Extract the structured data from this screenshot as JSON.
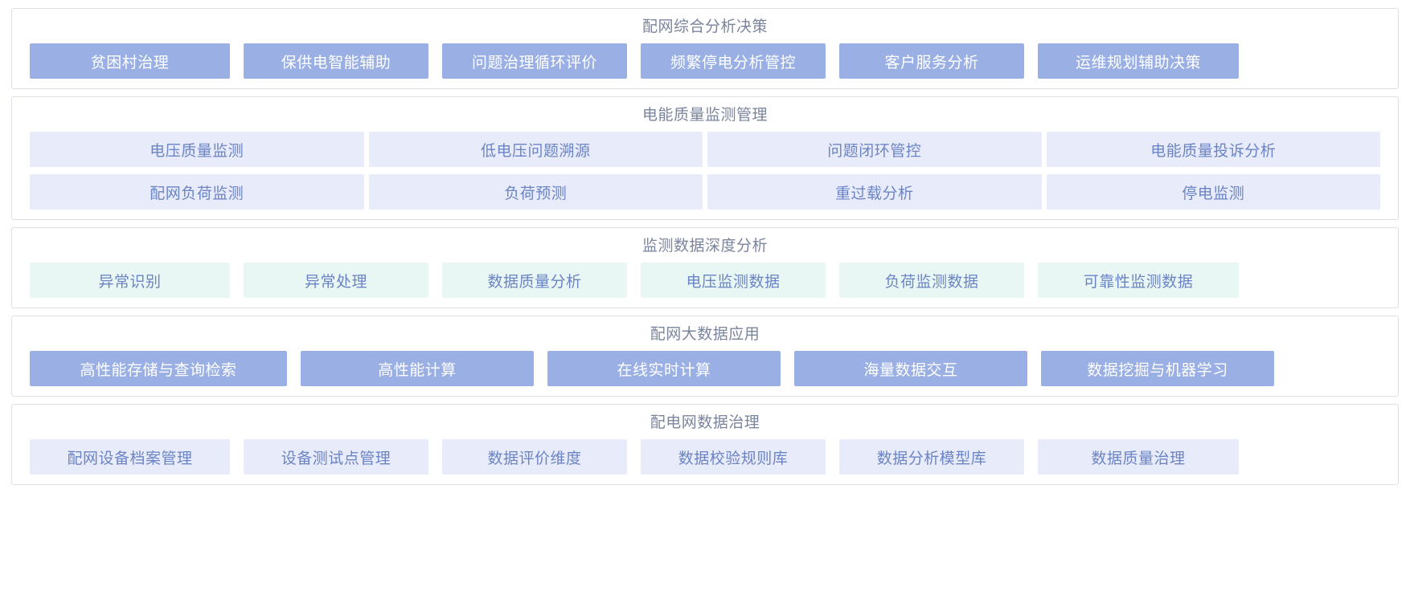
{
  "colors": {
    "card_border": "#dcdfe6",
    "title_text": "#7a849c",
    "solid_bg": "#9aafe3",
    "solid_text": "#ffffff",
    "lavender_bg": "#e8ebfa",
    "mint_bg": "#e9f7f4",
    "light_text": "#6b84c4",
    "page_bg": "#ffffff"
  },
  "sections": [
    {
      "id": "comprehensive-analysis-decision",
      "title": "配网综合分析决策",
      "style": "solid",
      "rows": [
        [
          "贫困村治理",
          "保供电智能辅助",
          "问题治理循环评价",
          "频繁停电分析管控",
          "客户服务分析",
          "运维规划辅助决策"
        ]
      ]
    },
    {
      "id": "power-quality-monitoring-management",
      "title": "电能质量监测管理",
      "style": "lavender",
      "rows": [
        [
          "电压质量监测",
          "低电压问题溯源",
          "问题闭环管控",
          "电能质量投诉分析"
        ],
        [
          "配网负荷监测",
          "负荷预测",
          "重过载分析",
          "停电监测"
        ]
      ]
    },
    {
      "id": "monitoring-data-deep-analysis",
      "title": "监测数据深度分析",
      "style": "mint",
      "rows": [
        [
          "异常识别",
          "异常处理",
          "数据质量分析",
          "电压监测数据",
          "负荷监测数据",
          "可靠性监测数据"
        ]
      ]
    },
    {
      "id": "distribution-network-bigdata-application",
      "title": "配网大数据应用",
      "style": "solid",
      "rows": [
        [
          "高性能存储与查询检索",
          "高性能计算",
          "在线实时计算",
          "海量数据交互",
          "数据挖掘与机器学习"
        ]
      ]
    },
    {
      "id": "distribution-network-data-governance",
      "title": "配电网数据治理",
      "style": "lavender",
      "rows": [
        [
          "配网设备档案管理",
          "设备测试点管理",
          "数据评价维度",
          "数据校验规则库",
          "数据分析模型库",
          "数据质量治理"
        ]
      ]
    }
  ]
}
